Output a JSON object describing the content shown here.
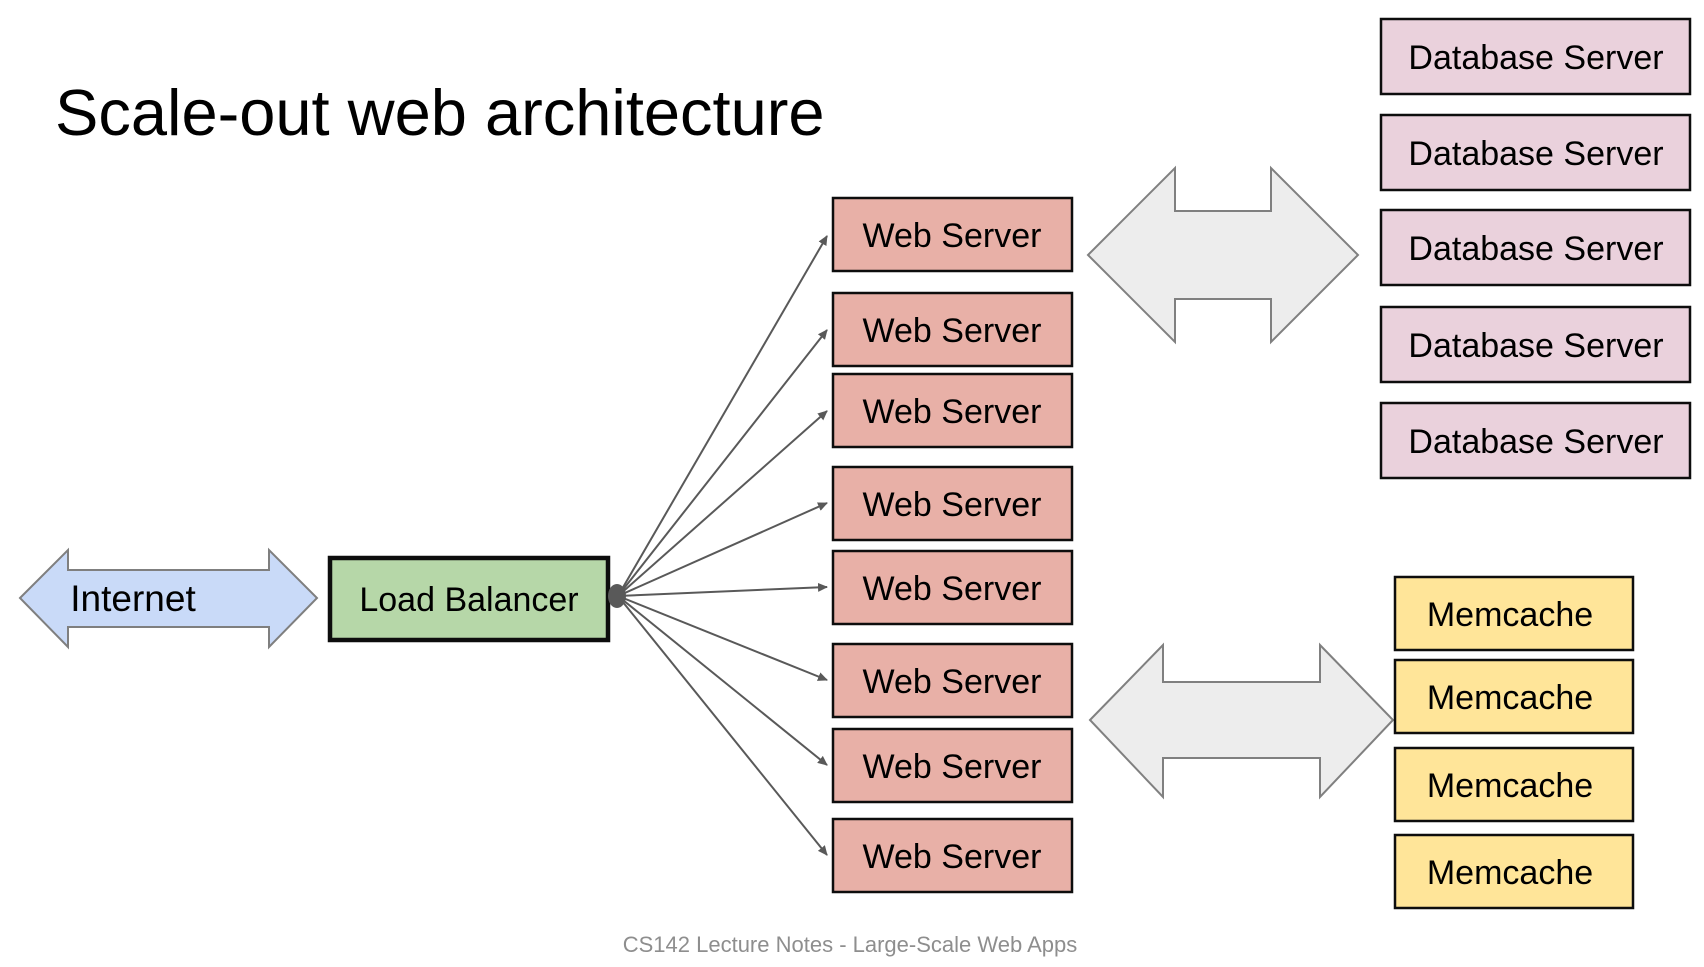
{
  "title": "Scale-out web architecture",
  "footer": "CS142 Lecture Notes - Large-Scale Web Apps",
  "internet": {
    "label": "Internet",
    "fill": "#c9daf8"
  },
  "load_balancer": {
    "label": "Load Balancer",
    "fill": "#b6d7a8"
  },
  "web_servers": {
    "fill": "#e8b0a7",
    "items": [
      {
        "label": "Web Server"
      },
      {
        "label": "Web Server"
      },
      {
        "label": "Web Server"
      },
      {
        "label": "Web Server"
      },
      {
        "label": "Web Server"
      },
      {
        "label": "Web Server"
      },
      {
        "label": "Web Server"
      },
      {
        "label": "Web Server"
      }
    ]
  },
  "database_servers": {
    "fill": "#ead1dc",
    "items": [
      {
        "label": "Database Server"
      },
      {
        "label": "Database Server"
      },
      {
        "label": "Database Server"
      },
      {
        "label": "Database Server"
      },
      {
        "label": "Database Server"
      }
    ]
  },
  "memcache_servers": {
    "fill": "#ffe599",
    "items": [
      {
        "label": "Memcache"
      },
      {
        "label": "Memcache"
      },
      {
        "label": "Memcache"
      },
      {
        "label": "Memcache"
      }
    ]
  },
  "big_arrow_fill": "#ededed",
  "connector_color": "#595959"
}
